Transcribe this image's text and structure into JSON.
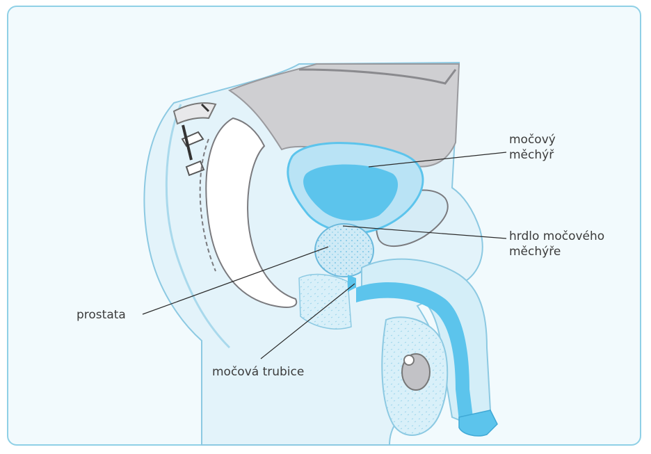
{
  "labels": {
    "bladder_line1": "močový",
    "bladder_line2": "měchýř",
    "bladder_neck_line1": "hrdlo močového",
    "bladder_neck_line2": "měchýře",
    "prostate": "prostata",
    "urethra": "močová trubice"
  },
  "colors": {
    "frame_border": "#8fd0e6",
    "background": "#f2fafd",
    "organ_blue": "#5cc4ec",
    "tissue_light": "#d4eef8",
    "bone_grey": "#b8b8b8",
    "leader_line": "#2b2b2b"
  }
}
